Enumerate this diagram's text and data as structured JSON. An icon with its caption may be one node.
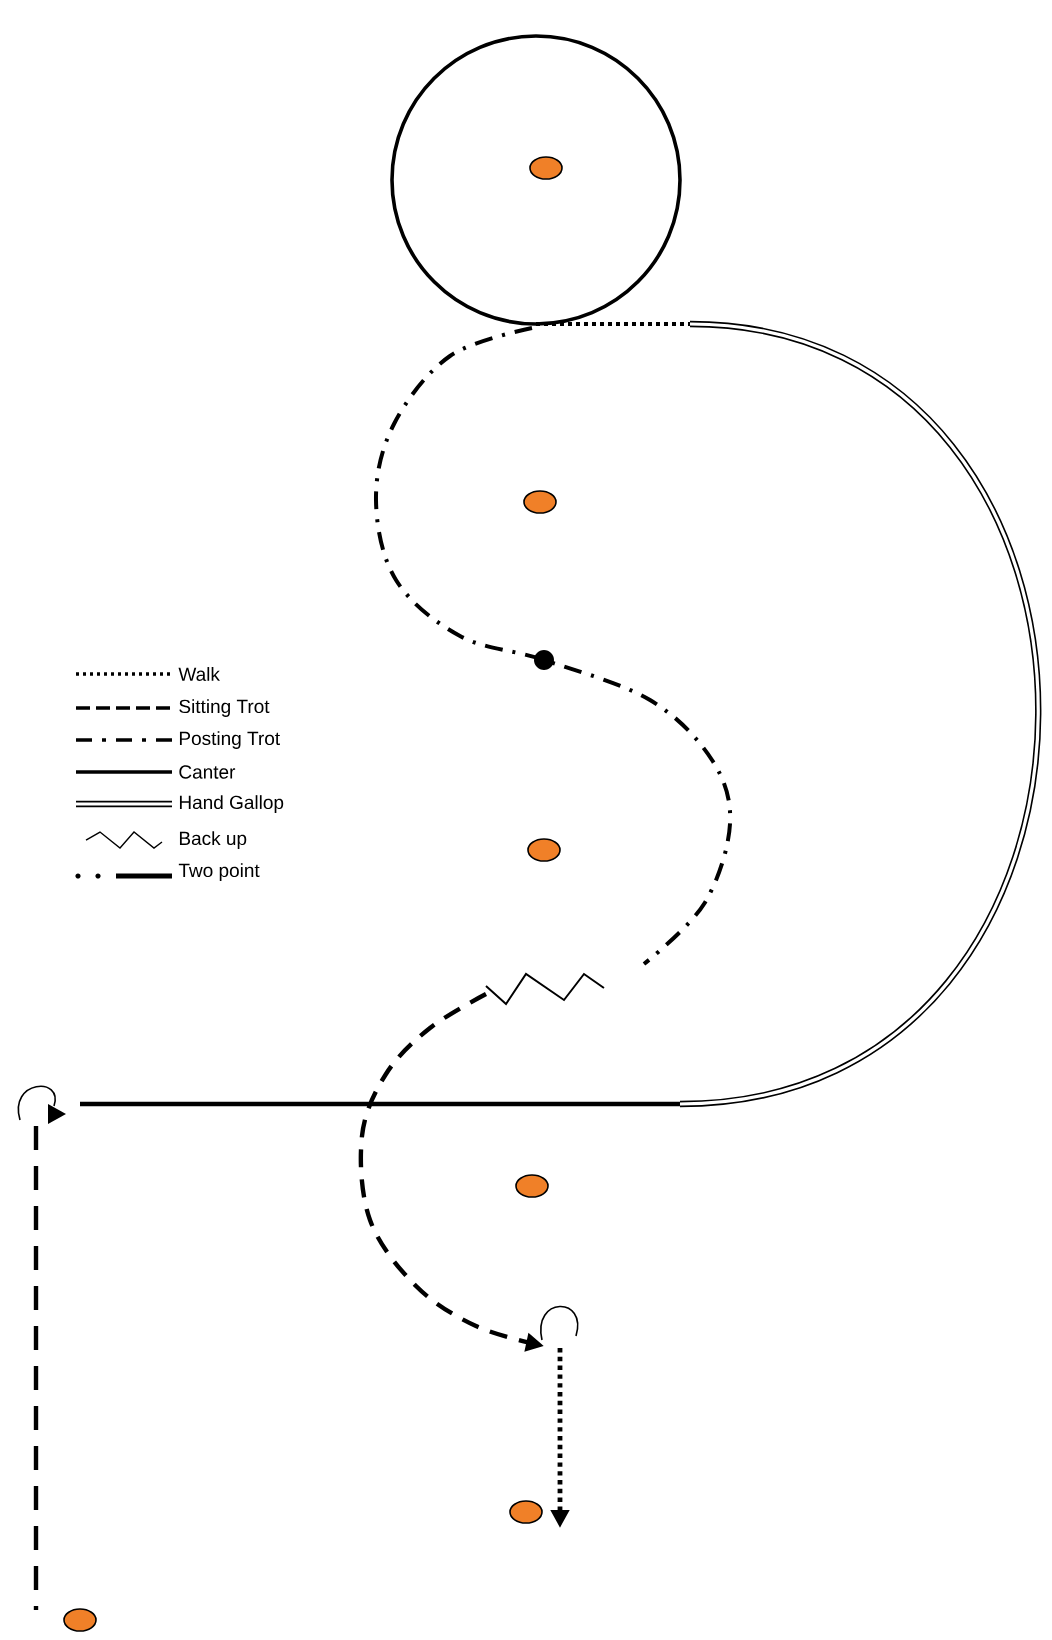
{
  "diagram": {
    "legend": [
      {
        "text": "Walk"
      },
      {
        "text": "Sitting Trot"
      },
      {
        "text": "Posting Trot"
      },
      {
        "text": "Canter"
      },
      {
        "text": "Hand Gallop"
      },
      {
        "text": "Back up"
      },
      {
        "text": "Two point"
      }
    ]
  }
}
